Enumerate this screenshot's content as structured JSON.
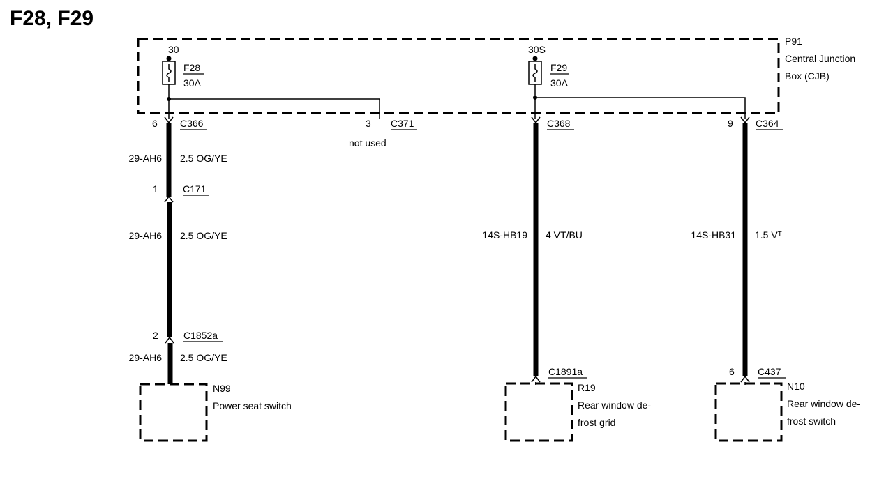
{
  "title": "F28, F29",
  "cjb": {
    "id": "P91",
    "line1": "Central Junction",
    "line2": "Box (CJB)"
  },
  "fuses": [
    {
      "terminal": "30",
      "name": "F28",
      "rating": "30A"
    },
    {
      "terminal": "30S",
      "name": "F29",
      "rating": "30A"
    }
  ],
  "connectors": {
    "c366": {
      "pin": "6",
      "name": "C366"
    },
    "c371": {
      "pin": "3",
      "name": "C371",
      "note": "not used"
    },
    "c368": {
      "name": "C368"
    },
    "c364": {
      "pin": "9",
      "name": "C364"
    },
    "c171": {
      "pin": "1",
      "name": "C171"
    },
    "c1852a": {
      "pin": "2",
      "name": "C1852a"
    },
    "c1891a": {
      "name": "C1891a"
    },
    "c437": {
      "pin": "6",
      "name": "C437"
    }
  },
  "wires": {
    "w1": {
      "circuit": "29-AH6",
      "spec": "2.5 OG/YE"
    },
    "w2": {
      "circuit": "29-AH6",
      "spec": "2.5 OG/YE"
    },
    "w3": {
      "circuit": "29-AH6",
      "spec": "2.5 OG/YE"
    },
    "w4": {
      "circuit": "14S-HB19",
      "spec": "4 VT/BU"
    },
    "w5": {
      "circuit": "14S-HB31",
      "spec": "1.5 Vᵀ"
    }
  },
  "components": {
    "n99": {
      "id": "N99",
      "line1": "Power seat switch"
    },
    "r19": {
      "id": "R19",
      "line1": "Rear window de-",
      "line2": "frost grid"
    },
    "n10": {
      "id": "N10",
      "line1": "Rear window de-",
      "line2": "frost switch"
    }
  }
}
